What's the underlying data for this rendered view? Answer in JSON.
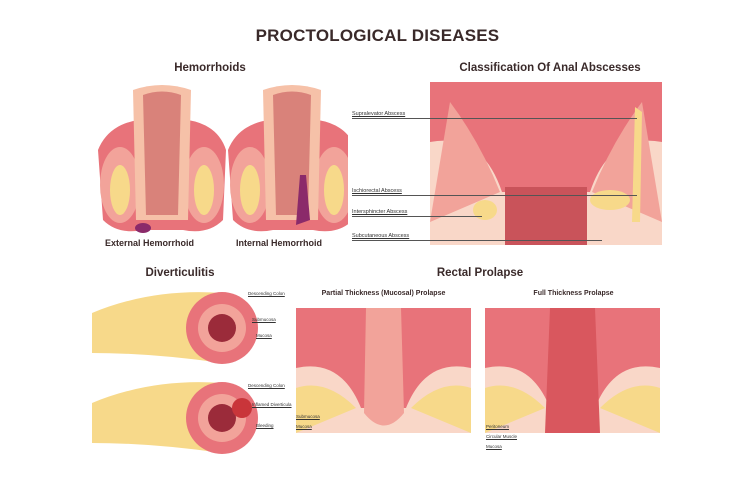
{
  "title": "PROCTOLOGICAL DISEASES",
  "hemorrhoids": {
    "title": "Hemorrhoids",
    "left_caption": "External Hemorrhoid",
    "right_caption": "Internal Hemorrhoid"
  },
  "abscesses": {
    "title": "Classification Of Anal Abscesses",
    "labels": [
      "Supralevator Abscess",
      "Ischiorectal Abscess",
      "Intersphincter Abscess",
      "Subcutaneous Abscess"
    ]
  },
  "diverticulitis": {
    "title": "Diverticulitis",
    "top_labels": [
      "Descending Colon",
      "Submucosa",
      "Mucosa"
    ],
    "bottom_labels": [
      "Descending Colon",
      "Inflamed Diverticula",
      "Bleeding"
    ]
  },
  "prolapse": {
    "title": "Rectal Prolapse",
    "partial": {
      "title": "Partial Thickness (Mucosal) Prolapse",
      "labels": [
        "Submucosa",
        "Mucosa"
      ]
    },
    "full": {
      "title": "Full Thickness Prolapse",
      "labels": [
        "Peritoneum",
        "Circular Muscle",
        "Mucosa"
      ]
    }
  },
  "colors": {
    "tissue": "#e8737a",
    "light": "#f6c1a8",
    "fat": "#f7d98a",
    "lumen": "#d9827a",
    "bruise": "#8b2a6a"
  }
}
